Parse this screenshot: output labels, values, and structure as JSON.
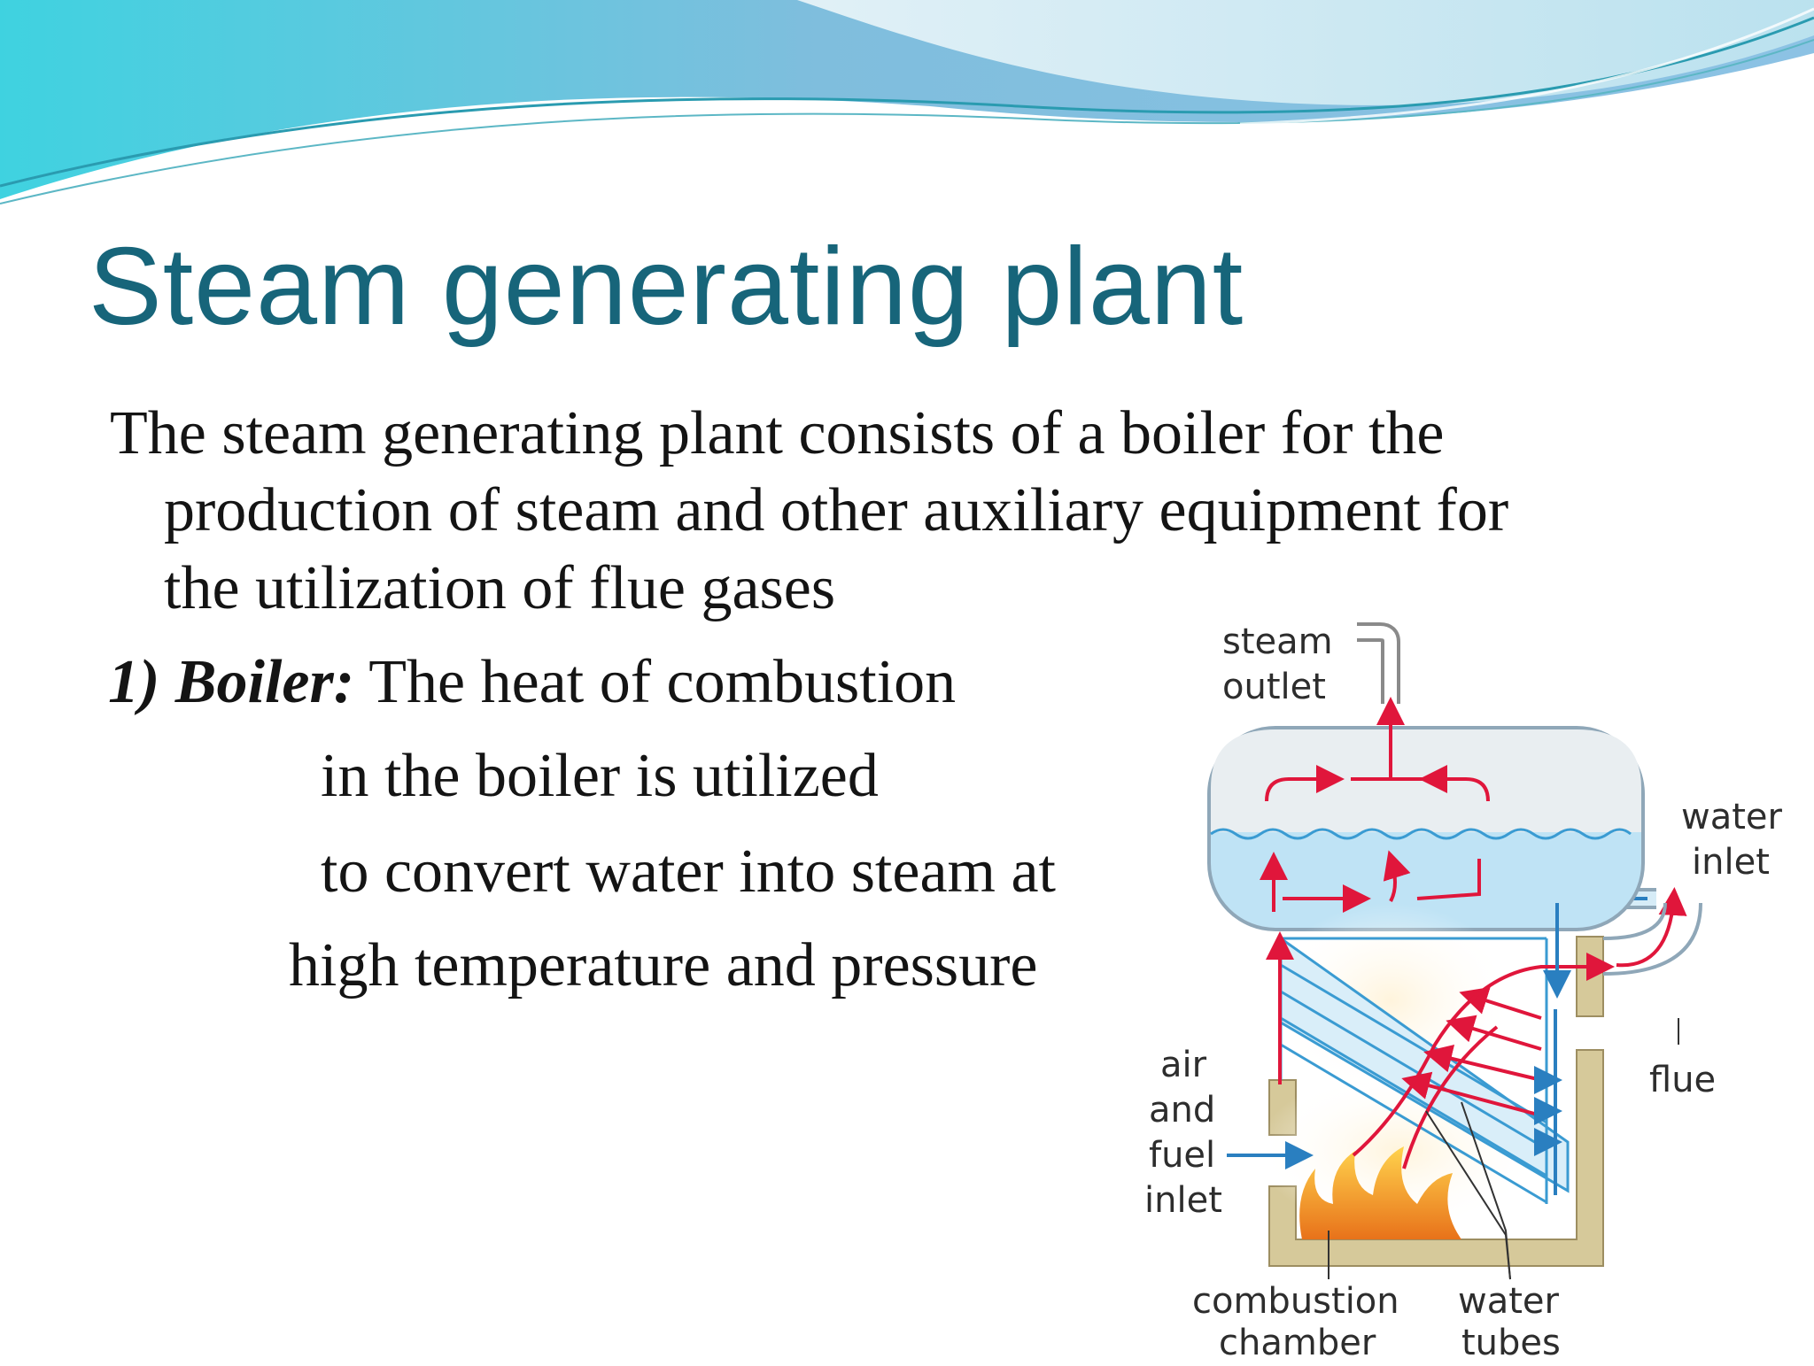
{
  "slide": {
    "title": "Steam generating plant",
    "intro": {
      "line1": "The steam generating plant consists of a boiler for the",
      "line2": "production of steam and other auxiliary equipment for",
      "line3": "the utilization of flue gases"
    },
    "boiler": {
      "label": "1) Boiler:",
      "line1": "The heat of combustion",
      "line2": "in the boiler is utilized",
      "line3": "to convert water into steam at",
      "line4": "high temperature and pressure"
    }
  },
  "diagram": {
    "labels": {
      "steam_outlet_1": "steam",
      "steam_outlet_2": "outlet",
      "water_inlet_1": "water",
      "water_inlet_2": "inlet",
      "flue": "flue",
      "air_fuel_1": "air",
      "air_fuel_2": "and",
      "air_fuel_3": "fuel",
      "air_fuel_4": "inlet",
      "combustion_1": "combustion",
      "combustion_2": "chamber",
      "water_tubes_1": "water",
      "water_tubes_2": "tubes"
    },
    "colors": {
      "title": "#17657a",
      "steam_flow": "#e0163b",
      "water_flow": "#2a7fc0",
      "water": "#bfe3f5",
      "wall": "#d6c99a",
      "flame": "#f39a1e"
    }
  }
}
